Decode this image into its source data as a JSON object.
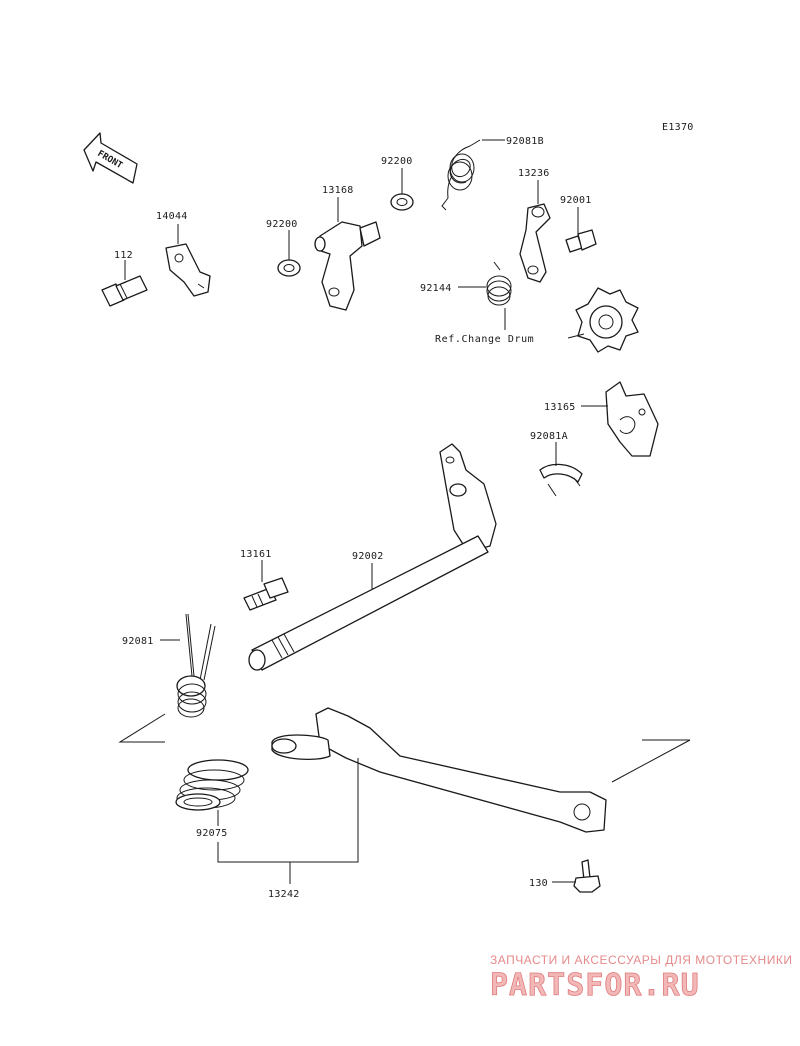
{
  "diagram_code": "E1370",
  "front_label": "FRONT",
  "reference_label": "Ref.Change Drum",
  "parts": [
    {
      "id": "p112",
      "number": "112"
    },
    {
      "id": "p14044",
      "number": "14044"
    },
    {
      "id": "p13168",
      "number": "13168"
    },
    {
      "id": "p92200a",
      "number": "92200"
    },
    {
      "id": "p92200b",
      "number": "92200"
    },
    {
      "id": "p92081b",
      "number": "92081B"
    },
    {
      "id": "p13236",
      "number": "13236"
    },
    {
      "id": "p92001",
      "number": "92001"
    },
    {
      "id": "p92144",
      "number": "92144"
    },
    {
      "id": "p13165",
      "number": "13165"
    },
    {
      "id": "p92081a",
      "number": "92081A"
    },
    {
      "id": "p92002",
      "number": "92002"
    },
    {
      "id": "p13161",
      "number": "13161"
    },
    {
      "id": "p92081",
      "number": "92081"
    },
    {
      "id": "p92075",
      "number": "92075"
    },
    {
      "id": "p13242",
      "number": "13242"
    },
    {
      "id": "p130",
      "number": "130"
    }
  ],
  "watermark": {
    "tagline": "ЗАПЧАСТИ И АКСЕССУАРЫ ДЛЯ МОТОТЕХНИКИ",
    "brand": "PARTSFOR.RU"
  }
}
